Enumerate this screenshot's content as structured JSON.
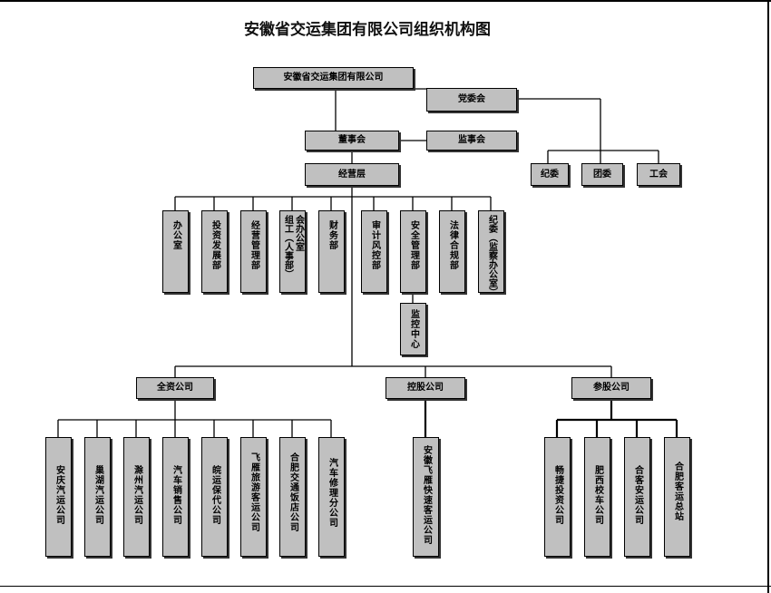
{
  "title": "安徽省交运集团有限公司组织机构图",
  "root": "安徽省交运集团有限公司",
  "party_committee": "党委会",
  "board": "董事会",
  "supervisory_board": "监事会",
  "management": "经营层",
  "party_units": [
    "纪委",
    "团委",
    "工会"
  ],
  "departments": [
    "办公室",
    "投资发展部",
    "经营管理部",
    "组工（人事部）",
    "会办公室",
    "财务部",
    "审计风控部",
    "安全管理部",
    "法律合规部",
    "纪委（监察办公室）"
  ],
  "dept_col_a": "组工（人事部）",
  "dept_col_b": "会办公室",
  "monitor_center": "监控中心",
  "wholly_owned": {
    "label": "全资公司",
    "companies": [
      "安庆汽运公司",
      "巢湖汽运公司",
      "滁州汽运公司",
      "汽车销售公司",
      "皖运保代公司",
      "飞雁旅游客运公司",
      "合肥交通饭店公司",
      "汽车修理分公司"
    ]
  },
  "holding": {
    "label": "控股公司",
    "companies": [
      "安徽飞雁快速客运公司"
    ]
  },
  "shareholding": {
    "label": "参股公司",
    "companies": [
      "畅捷投资公司",
      "肥西校车公司",
      "合客安运公司",
      "合肥客运总站"
    ]
  }
}
